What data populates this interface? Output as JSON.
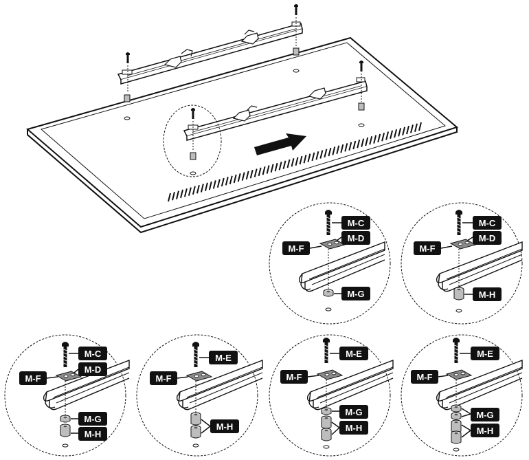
{
  "labels": {
    "mc": "M-C",
    "md": "M-D",
    "me": "M-E",
    "mf": "M-F",
    "mg": "M-G",
    "mh": "M-H"
  },
  "colors": {
    "ink": "#111111",
    "label_bg": "#111111",
    "label_text": "#ffffff",
    "plate": "#8a8a8a",
    "spacer": "#bdbdbd"
  },
  "icons": [
    "screw-icon",
    "washer-plate-icon",
    "spacer-icon",
    "arrow-icon",
    "rail-icon"
  ]
}
